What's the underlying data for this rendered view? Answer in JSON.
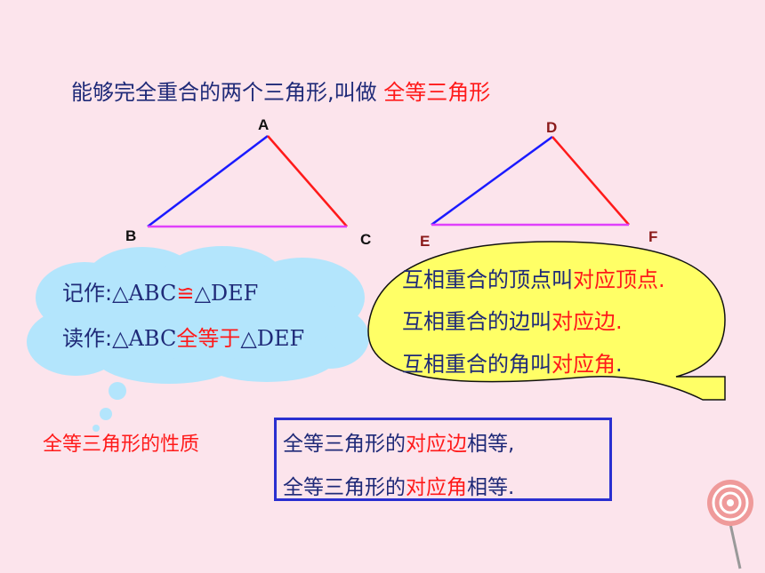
{
  "title": {
    "prefix": "能够完全重合的两个三角形,叫做 ",
    "highlight": "全等三角形"
  },
  "triangle_abc": {
    "a": "A",
    "b": "B",
    "c": "C"
  },
  "triangle_def": {
    "d": "D",
    "e": "E",
    "f": "F"
  },
  "cloud_note": {
    "write_label": "记作:",
    "write_abc": "△ABC",
    "write_symbol": "≌",
    "write_def": "△DEF",
    "read_label": "读作:",
    "read_abc": "△ABC",
    "read_words": "全等于",
    "read_def": "△DEF"
  },
  "bubble_note": {
    "line1_text": "互相重合的顶点叫",
    "line1_term": "对应顶点",
    "line1_end": ".",
    "line2_text": "互相重合的边叫",
    "line2_term": "对应边",
    "line2_end": ".",
    "line3_text": "互相重合的角叫",
    "line3_term": "对应角",
    "line3_end": "."
  },
  "properties": {
    "title": "全等三角形的性质",
    "line1_start": "全等三角形的",
    "line1_term": "对应边",
    "line1_end": "相等,",
    "line2_start": "全等三角形的",
    "line2_term": "对应角",
    "line2_end": "相等."
  },
  "colors": {
    "background": "#fce4ec",
    "accent_red": "#ff1a1a",
    "text_blue": "#1f2a78",
    "bubble_yellow": "#ffff66",
    "cloud_blue": "#b3e5fc"
  }
}
